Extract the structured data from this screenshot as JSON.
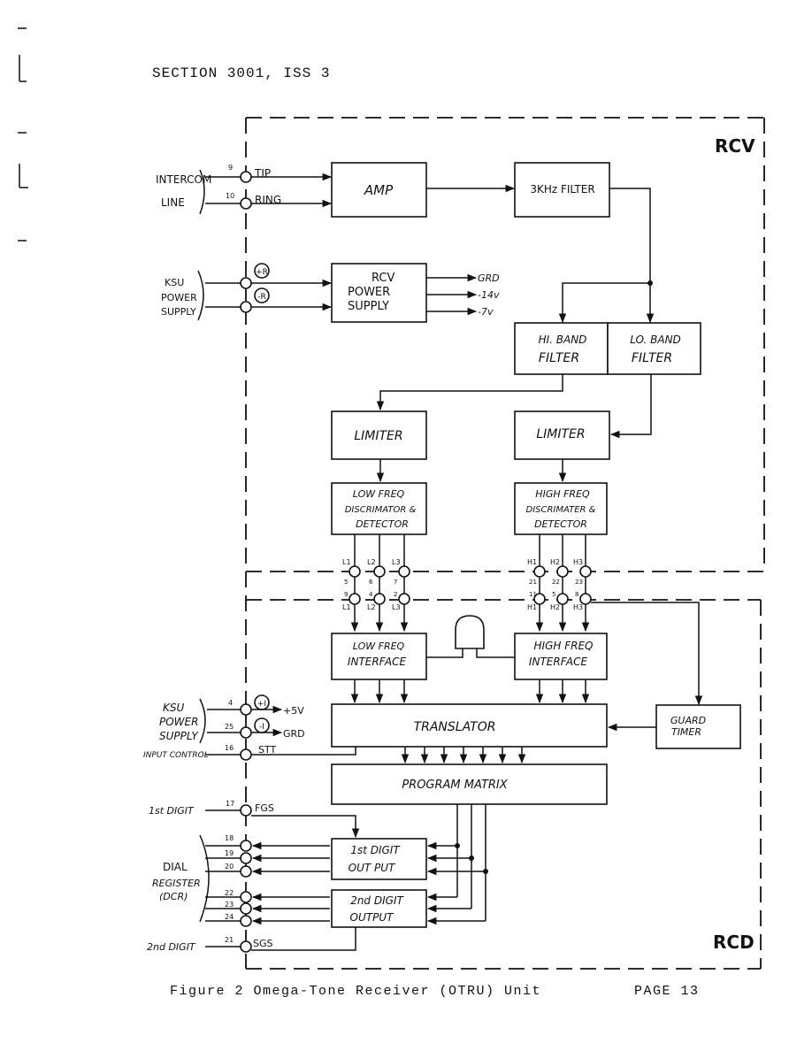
{
  "header": {
    "section": "SECTION 3001, ISS 3"
  },
  "caption": {
    "figure": "Figure 2  Omega-Tone Receiver (OTRU) Unit",
    "page": "PAGE 13"
  },
  "sections": {
    "rcv": "RCV",
    "rcd": "RCD"
  },
  "blocks": {
    "amp": "AMP",
    "filter_3khz": "3KHz FILTER",
    "rcv_power_1": "RCV",
    "rcv_power_2": "POWER",
    "rcv_power_3": "SUPPLY",
    "hi_band_1": "HI. BAND",
    "hi_band_2": "FILTER",
    "lo_band_1": "LO. BAND",
    "lo_band_2": "FILTER",
    "limiter_low": "LIMITER",
    "limiter_high": "LIMITER",
    "low_disc_1": "LOW FREQ",
    "low_disc_2": "DISCRIMATOR &",
    "low_disc_3": "DETECTOR",
    "high_disc_1": "HIGH FREQ",
    "high_disc_2": "DISCRIMATER &",
    "high_disc_3": "DETECTOR",
    "low_int_1": "LOW FREQ",
    "low_int_2": "INTERFACE",
    "high_int_1": "HIGH FREQ",
    "high_int_2": "INTERFACE",
    "translator": "TRANSLATOR",
    "guard_1": "GUARD",
    "guard_2": "TIMER",
    "program_matrix": "PROGRAM MATRIX",
    "d1_out_1": "1st DIGIT",
    "d1_out_2": "OUT PUT",
    "d2_out_1": "2nd DIGIT",
    "d2_out_2": "OUTPUT"
  },
  "inputs": {
    "intercom_1": "INTERCOM",
    "intercom_2": "LINE",
    "ksu1_1": "KSU",
    "ksu1_2": "POWER",
    "ksu1_3": "SUPPLY",
    "ksu2_1": "KSU",
    "ksu2_2": "POWER",
    "ksu2_3": "SUPPLY",
    "input_control": "INPUT CONTROL",
    "first_digit": "1st DIGIT",
    "dial_1": "DIAL",
    "dial_2": "REGISTER",
    "dial_3": "(DCR)",
    "second_digit": "2nd DIGIT"
  },
  "terminals": {
    "tip": "TIP",
    "ring": "RING",
    "plus_r": "+R",
    "minus_r": "-R",
    "plus_i": "+I",
    "minus_i": "-I",
    "stt": "STT",
    "fgs": "FGS",
    "sgs": "SGS"
  },
  "outputs": {
    "grd1": "GRD",
    "v14": "-14v",
    "v7": "-7v",
    "v5": "+5V",
    "grd2": "GRD"
  },
  "pins": {
    "tip": "9",
    "ring": "10",
    "plus_i": "4",
    "minus_i": "25",
    "stt": "16",
    "fgs": "17",
    "d18": "18",
    "d19": "19",
    "d20": "20",
    "d22": "22",
    "d23": "23",
    "d24": "24",
    "sgs": "21"
  },
  "nodes": {
    "top": [
      "L1",
      "L2",
      "L3",
      "H1",
      "H2",
      "H3"
    ],
    "top_pins": [
      "5",
      "6",
      "7",
      "21",
      "22",
      "23"
    ],
    "bot_pins": [
      "9",
      "4",
      "2",
      "11",
      "5",
      "8"
    ],
    "bot": [
      "L1",
      "L2",
      "L3",
      "H1",
      "H2",
      "H3"
    ]
  }
}
